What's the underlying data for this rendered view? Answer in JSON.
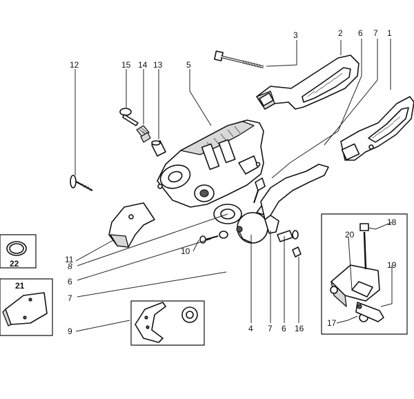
{
  "diagram": {
    "callouts": {
      "p1": "1",
      "p2": "2",
      "p3": "3",
      "p4": "4",
      "p5": "5",
      "p6a": "6",
      "p6b": "6",
      "p6c": "6",
      "p7a": "7",
      "p7b": "7",
      "p7c": "7",
      "p8": "8",
      "p9": "9",
      "p10": "10",
      "p11": "11",
      "p12": "12",
      "p13": "13",
      "p14": "14",
      "p15": "15",
      "p16": "16",
      "p17": "17",
      "p18": "18",
      "p19": "19",
      "p20": "20",
      "p21": "21",
      "p22": "22"
    }
  }
}
